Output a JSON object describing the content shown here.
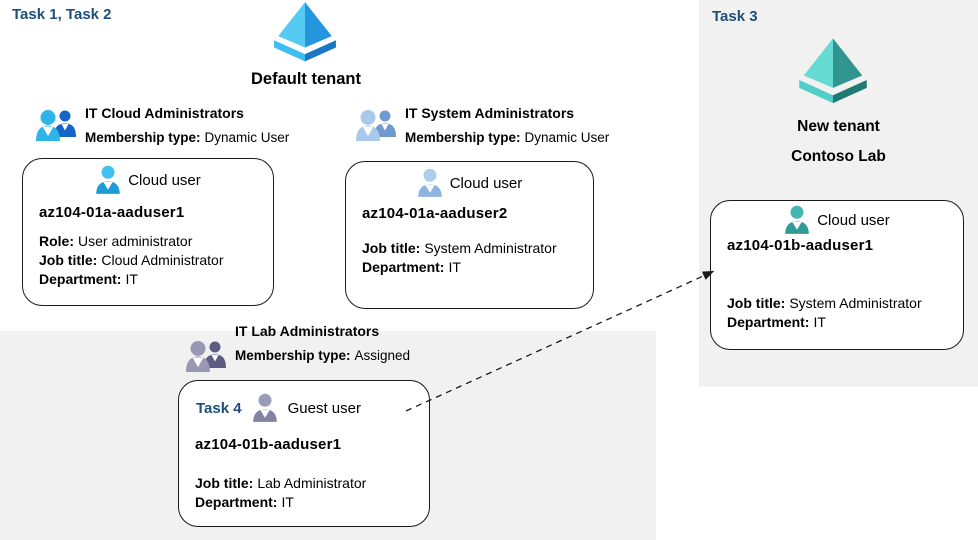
{
  "colors": {
    "task_label": "#1F4E79",
    "panel_bg": "#F1F1F2",
    "card_border": "#1A1A1A",
    "card_bg": "#FFFFFF",
    "arrow": "#1A1A1A"
  },
  "left": {
    "task_label": "Task 1, Task 2",
    "tenant_title": "Default tenant",
    "tenant_icon": "azure-tenant-pyramid-icon-blue"
  },
  "right": {
    "task_label": "Task 3",
    "tenant_line1": "New tenant",
    "tenant_line2": "Contoso Lab",
    "tenant_icon": "azure-tenant-pyramid-icon-teal"
  },
  "groups": [
    {
      "icon": "group-people-icon-blue",
      "title": "IT Cloud Administrators",
      "membership_label": "Membership type:",
      "membership_value": "Dynamic User"
    },
    {
      "icon": "group-people-icon-lightblue",
      "title": "IT System Administrators",
      "membership_label": "Membership type:",
      "membership_value": "Dynamic User"
    },
    {
      "icon": "group-people-icon-gray",
      "title": "IT Lab Administrators",
      "membership_label": "Membership type:",
      "membership_value": "Assigned"
    }
  ],
  "cards": [
    {
      "icon": "cloud-user-person-icon",
      "type_label": "Cloud user",
      "name": "az104-01a-aaduser1",
      "fields": [
        {
          "label": "Role:",
          "value": "User administrator"
        },
        {
          "label": "Job title:",
          "value": "Cloud Administrator"
        },
        {
          "label": "Department:",
          "value": "IT"
        }
      ]
    },
    {
      "icon": "cloud-user-person-icon",
      "type_label": "Cloud user",
      "name": "az104-01a-aaduser2",
      "fields": [
        {
          "label": "Job title:",
          "value": "System Administrator"
        },
        {
          "label": "Department:",
          "value": "IT"
        }
      ]
    },
    {
      "icon": "guest-user-person-icon",
      "task_label": "Task 4",
      "type_label": "Guest user",
      "name": "az104-01b-aaduser1",
      "fields": [
        {
          "label": "Job title:",
          "value": "Lab Administrator"
        },
        {
          "label": "Department:",
          "value": "IT"
        }
      ]
    },
    {
      "icon": "cloud-user-person-icon",
      "type_label": "Cloud user",
      "name": "az104-01b-aaduser1",
      "fields": [
        {
          "label": "Job title:",
          "value": "System Administrator"
        },
        {
          "label": "Department:",
          "value": "IT"
        }
      ]
    }
  ]
}
